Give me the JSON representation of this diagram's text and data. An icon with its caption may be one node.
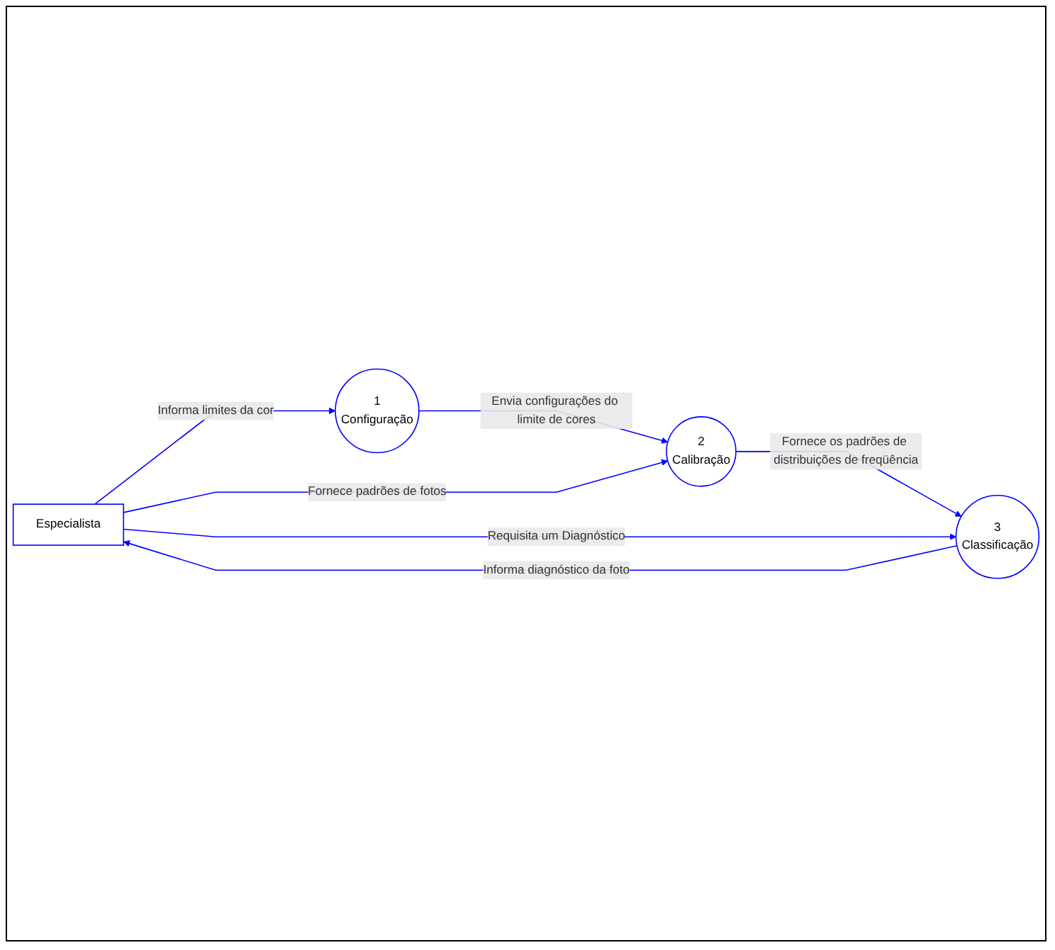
{
  "diagram": {
    "nodes": [
      {
        "text": [
          "Especialista"
        ]
      },
      {
        "text": [
          "1",
          "Configuração"
        ]
      },
      {
        "text": [
          "2",
          "Calibração"
        ]
      },
      {
        "text": [
          "3",
          "Classificação"
        ]
      }
    ],
    "edges": [
      {
        "from": 0,
        "to": 1,
        "arrow": "to",
        "label": "Informa limites da cor"
      },
      {
        "from": 1,
        "to": 2,
        "arrow": "to",
        "label": "Envia configurações do limite de cores"
      },
      {
        "from": 0,
        "to": 2,
        "arrow": "to",
        "label": "Fornece padrões de fotos"
      },
      {
        "from": 2,
        "to": 3,
        "arrow": "to",
        "label": "Fornece os padrões de distribuições de freqüência"
      },
      {
        "from": 0,
        "to": 3,
        "arrow": "to",
        "label": "Requisita um Diagnóstico"
      },
      {
        "from": 3,
        "to": 0,
        "arrow": "to",
        "label": "Informa diagnóstico da foto"
      }
    ]
  }
}
